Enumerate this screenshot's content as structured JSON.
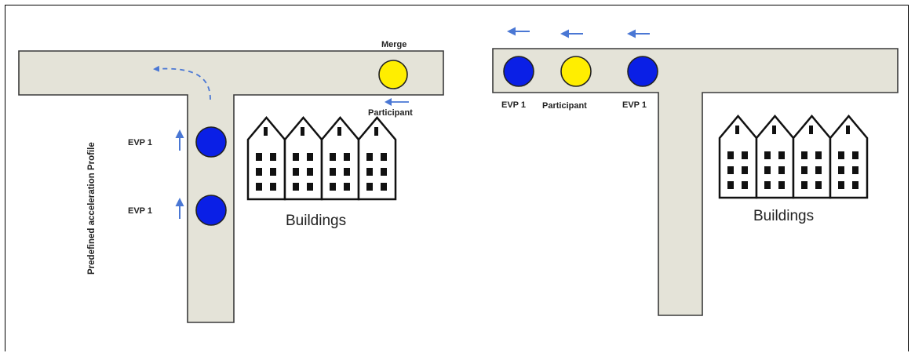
{
  "left_scene": {
    "merge_label": "Merge",
    "participant_label": "Participant",
    "evp_top_label": "EVP 1",
    "evp_bottom_label": "EVP 1",
    "buildings_label": "Buildings",
    "profile_label": "Predefined acceleration Profile"
  },
  "right_scene": {
    "evp_left_label": "EVP 1",
    "participant_label": "Participant",
    "evp_right_label": "EVP 1",
    "buildings_label": "Buildings"
  },
  "colors": {
    "road_fill": "#e4e3d8",
    "road_stroke": "#3a3a3a",
    "evp_vehicle": "#0a1fe6",
    "participant_vehicle": "#ffee00",
    "arrow": "#4a77d4",
    "building_stroke": "#111111"
  },
  "icons": {
    "turn_path": "dashed-curved-arrow-icon",
    "direction_arrow": "arrow-icon",
    "building": "house-icon"
  }
}
